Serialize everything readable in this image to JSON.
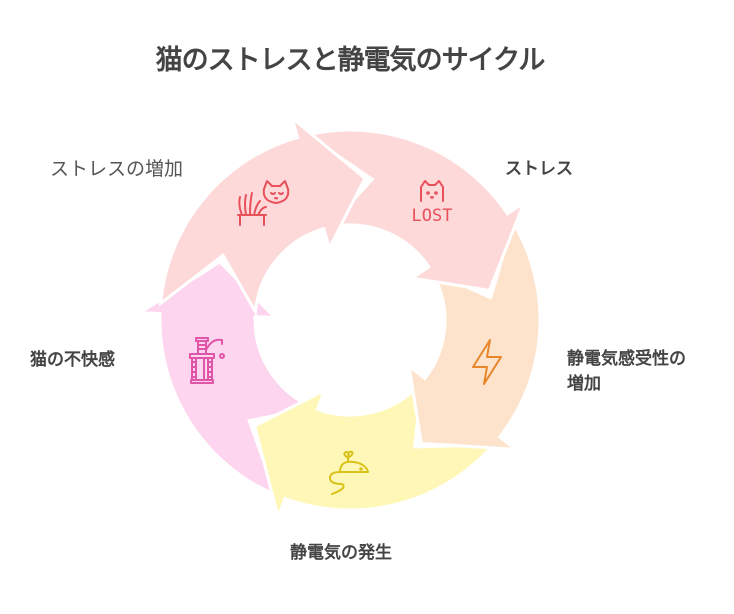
{
  "title": "猫のストレスと静電気のサイクル",
  "steps": [
    {
      "label": "ストレスの増加",
      "icon": "cat-grass-icon",
      "color": "#FDD9D9",
      "stroke": "#E8505B"
    },
    {
      "label": "ストレス",
      "icon": "lost-cat-icon",
      "icon_text": "LOST",
      "color": "#FDD9D9",
      "stroke": "#E8505B"
    },
    {
      "label_line1": "静電気感受性の",
      "label_line2": "増加",
      "icon": "lightning-icon",
      "color": "#FEE3CC",
      "stroke": "#E8862A"
    },
    {
      "label": "静電気の発生",
      "icon": "toy-mouse-icon",
      "color": "#FFF7B8",
      "stroke": "#D9C31A"
    },
    {
      "label": "猫の不快感",
      "icon": "cat-tree-icon",
      "color": "#FDD5EE",
      "stroke": "#E055A8"
    }
  ]
}
